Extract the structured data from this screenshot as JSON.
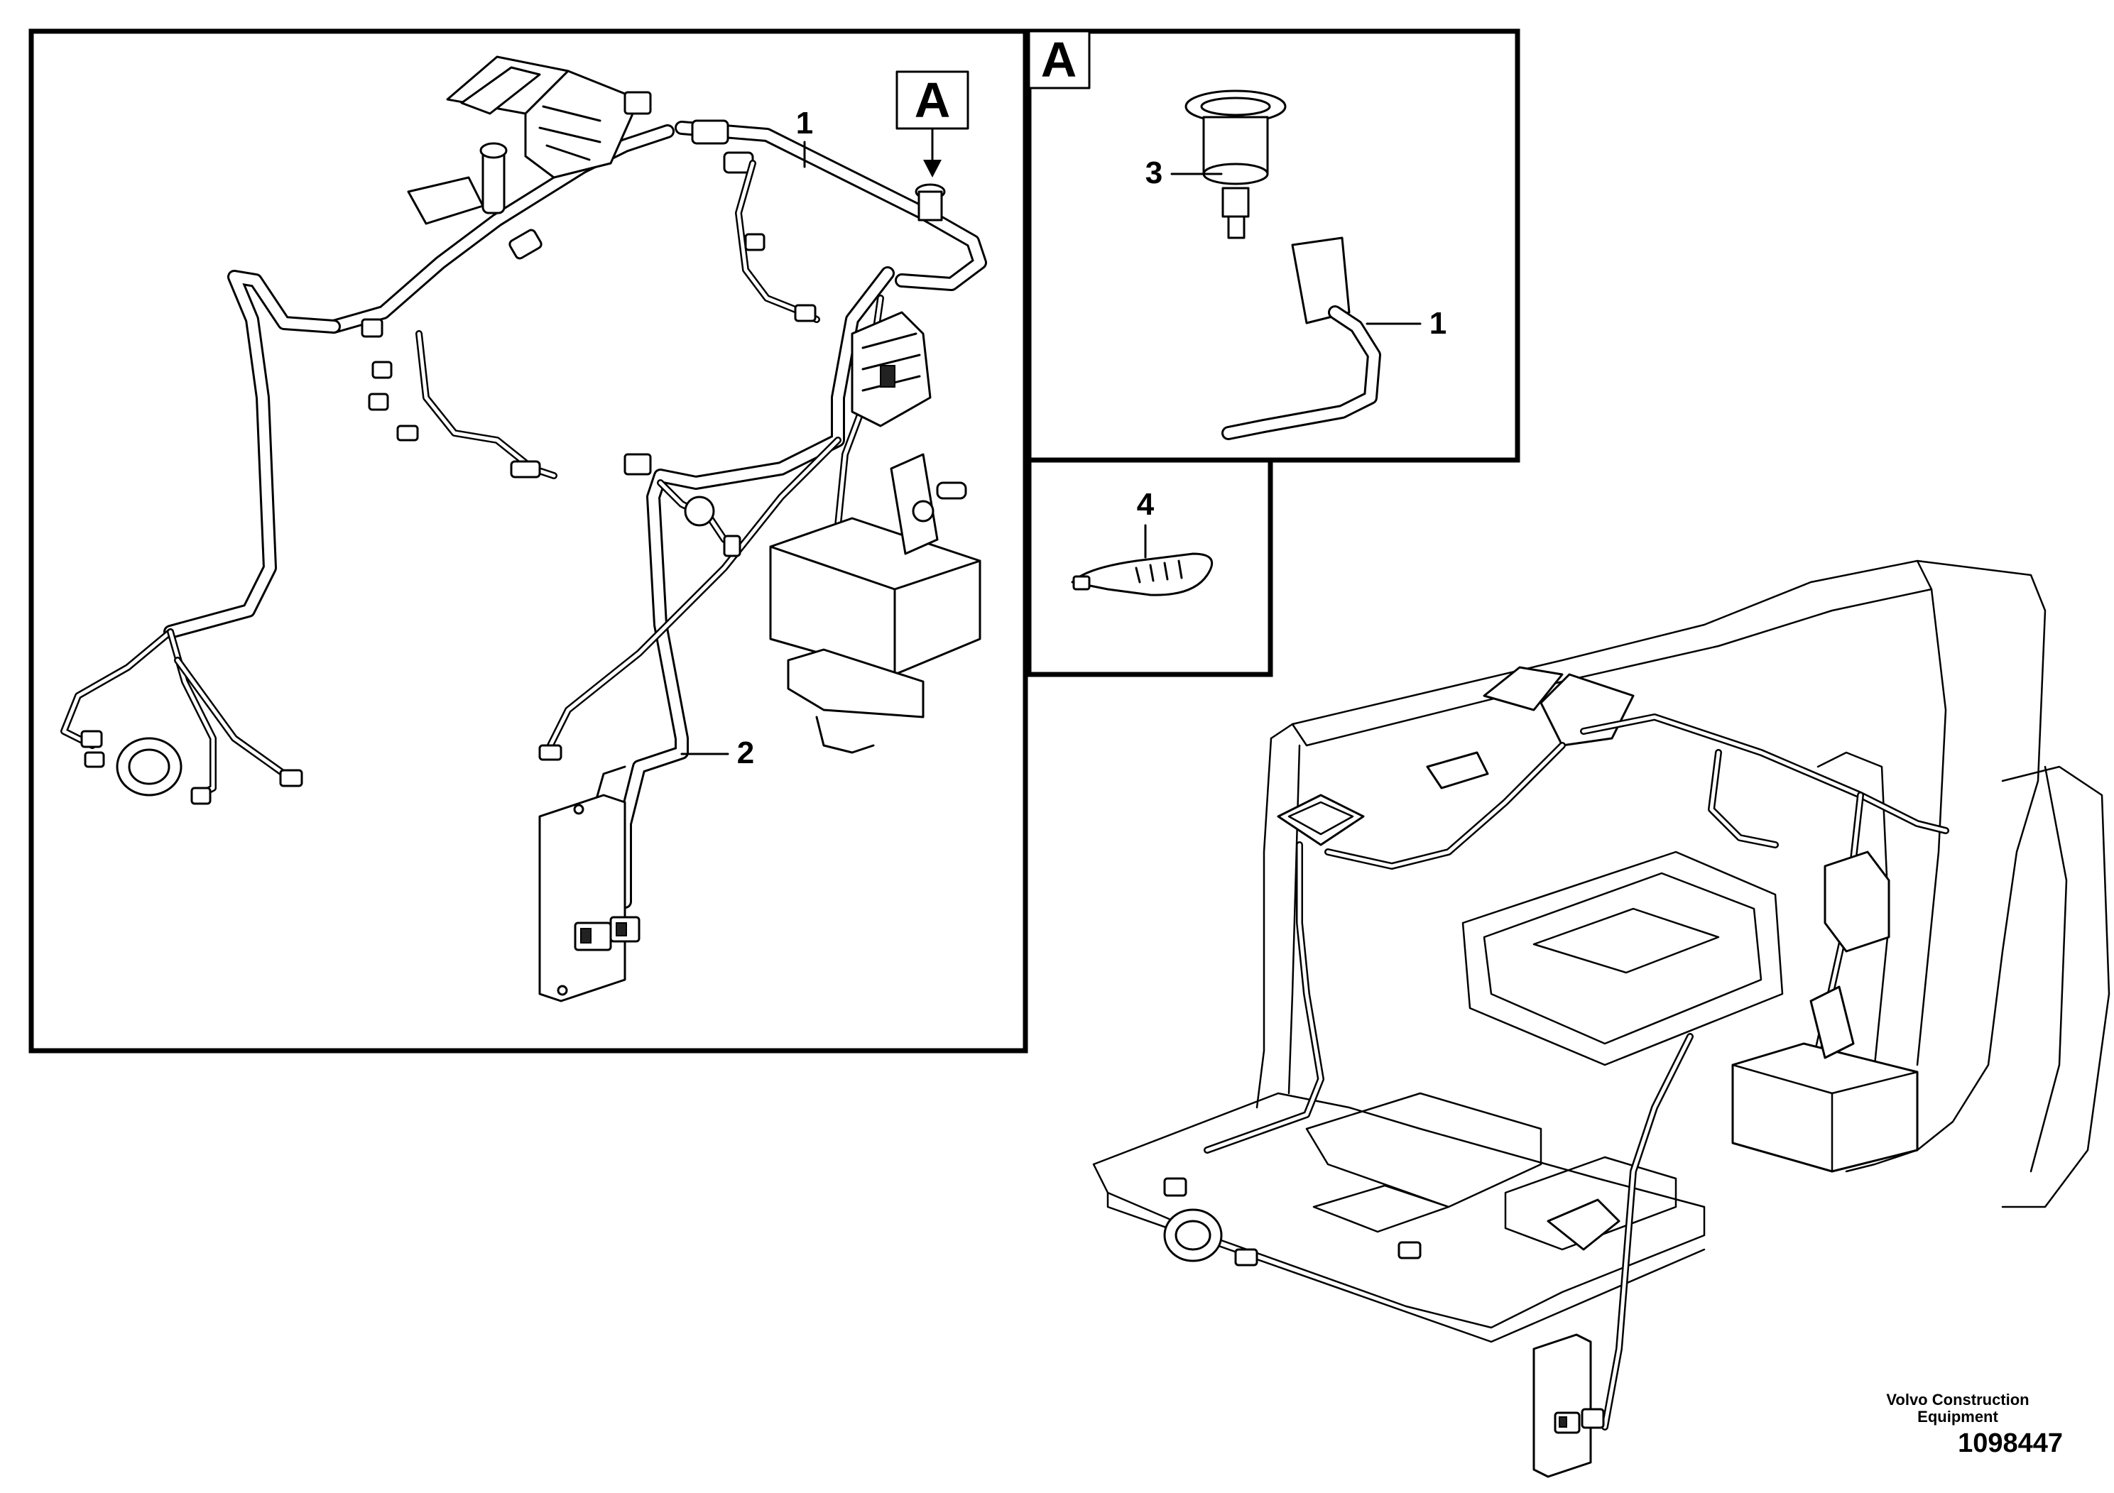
{
  "views": {
    "main": {
      "callouts": [
        "1",
        "2"
      ],
      "view_marker": "A"
    },
    "detail_a": {
      "title": "A",
      "callouts": [
        "3",
        "1"
      ]
    },
    "detail_tie": {
      "callouts": [
        "4"
      ]
    }
  },
  "footer": {
    "company_line1": "Volvo Construction",
    "company_line2": "Equipment",
    "document_number": "1098447"
  },
  "style": {
    "ink": "#000000",
    "paper": "#ffffff"
  }
}
